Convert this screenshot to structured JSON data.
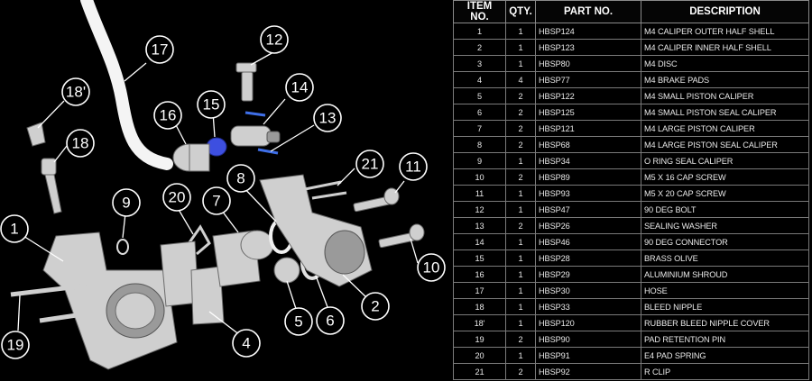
{
  "table": {
    "headers": [
      "ITEM NO.",
      "QTY.",
      "PART NO.",
      "DESCRIPTION"
    ],
    "rows": [
      [
        "1",
        "1",
        "HBSP124",
        "M4 CALIPER OUTER HALF SHELL"
      ],
      [
        "2",
        "1",
        "HBSP123",
        "M4 CALIPER INNER HALF SHELL"
      ],
      [
        "3",
        "1",
        "HBSP80",
        "M4 DISC"
      ],
      [
        "4",
        "4",
        "HBSP77",
        "M4 BRAKE PADS"
      ],
      [
        "5",
        "2",
        "HBSP122",
        "M4 SMALL PISTON CALIPER"
      ],
      [
        "6",
        "2",
        "HBSP125",
        "M4 SMALL PISTON SEAL CALIPER"
      ],
      [
        "7",
        "2",
        "HBSP121",
        "M4 LARGE PISTON CALIPER"
      ],
      [
        "8",
        "2",
        "HBSP68",
        "M4 LARGE PISTON SEAL CALIPER"
      ],
      [
        "9",
        "1",
        "HBSP34",
        "O RING SEAL CALIPER"
      ],
      [
        "10",
        "2",
        "HBSP89",
        "M5 x 16 CAP SCREW"
      ],
      [
        "11",
        "1",
        "HBSP93",
        "M5 x 20 CAP SCREW"
      ],
      [
        "12",
        "1",
        "HBSP47",
        "90 DEG BOLT"
      ],
      [
        "13",
        "2",
        "HBSP26",
        "SEALING WASHER"
      ],
      [
        "14",
        "1",
        "HBSP46",
        "90 DEG CONNECTOR"
      ],
      [
        "15",
        "1",
        "HBSP28",
        "BRASS OLIVE"
      ],
      [
        "16",
        "1",
        "HBSP29",
        "ALUMINIUM SHROUD"
      ],
      [
        "17",
        "1",
        "HBSP30",
        "HOSE"
      ],
      [
        "18",
        "1",
        "HBSP33",
        "BLEED NIPPLE"
      ],
      [
        "18'",
        "1",
        "HBSP120",
        "RUBBER BLEED NIPPLE COVER"
      ],
      [
        "19",
        "2",
        "HBSP90",
        "PAD RETENTION PIN"
      ],
      [
        "20",
        "1",
        "HBSP91",
        "E4 PAD SPRING"
      ],
      [
        "21",
        "2",
        "HBSP92",
        "R CLIP"
      ]
    ]
  },
  "callouts": [
    "1",
    "2",
    "4",
    "5",
    "6",
    "7",
    "8",
    "9",
    "10",
    "11",
    "12",
    "13",
    "14",
    "15",
    "16",
    "17",
    "18",
    "18'",
    "19",
    "20",
    "21"
  ],
  "colors": {
    "background": "#000000",
    "hose": "#f4f4f4",
    "olive": "#3d4fe0",
    "washer": "#3f6fe8"
  }
}
